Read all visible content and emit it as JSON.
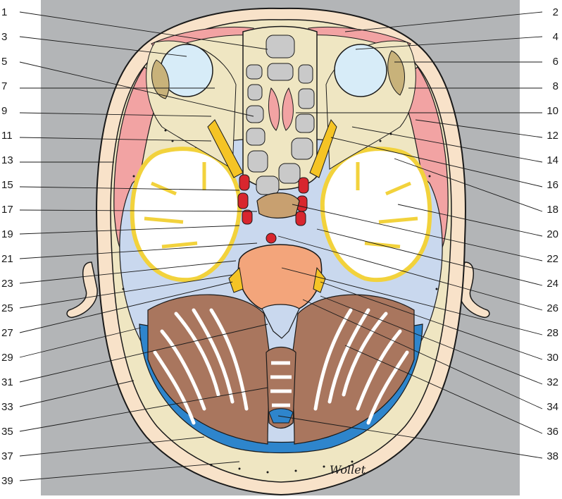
{
  "figure": {
    "left_labels": [
      "1",
      "3",
      "5",
      "7",
      "9",
      "11",
      "13",
      "15",
      "17",
      "19",
      "21",
      "23",
      "25",
      "27",
      "29",
      "31",
      "33",
      "35",
      "37",
      "39"
    ],
    "right_labels": [
      "2",
      "4",
      "6",
      "8",
      "10",
      "12",
      "14",
      "16",
      "18",
      "20",
      "22",
      "24",
      "26",
      "28",
      "30",
      "32",
      "34",
      "36",
      "38"
    ],
    "colors": {
      "panel_gray": "#b3b5b7",
      "skin": "#f8e2c9",
      "bone": "#efe6c2",
      "muscle": "#f2a3a3",
      "eye": "#d7ecf8",
      "brain_white": "#ffffff",
      "brain_outline": "#f2d23c",
      "csf_blue": "#c9d8ee",
      "sinus_blue": "#2e85cc",
      "pons": "#f3a57b",
      "cerebellum": "#a9765e",
      "ethmoid": "#c9c9c9",
      "artery_red": "#d8262e",
      "nerve_yellow": "#f5c425"
    },
    "signature": "Wollet"
  }
}
